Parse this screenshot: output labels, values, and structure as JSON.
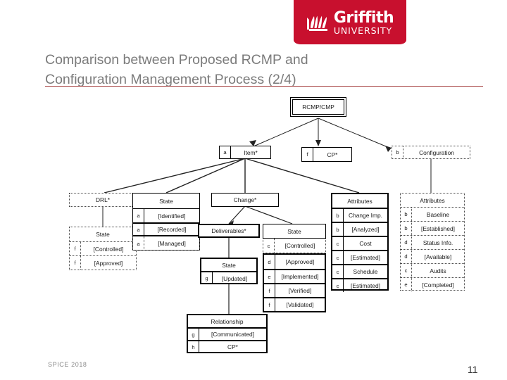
{
  "brand": {
    "name_line1": "Griffith",
    "name_line2": "UNIVERSITY",
    "color": "#c8102e",
    "mark": "griffith-book-emblem"
  },
  "slide": {
    "title": "Comparison between Proposed RCMP  and\nConfiguration Management Process (2/4)",
    "title_color": "#7b7b7b",
    "rule_color": "#a23a3a",
    "footer_left": "SPICE 2018",
    "page_number": "11"
  },
  "diagram": {
    "type": "tree",
    "root": {
      "label": "RCMP/CMP",
      "style": "double-solid"
    },
    "level2": [
      {
        "key": "a",
        "label": "Item*",
        "style": "solid"
      },
      {
        "key": "f",
        "label": "CP*",
        "style": "solid"
      },
      {
        "key": "b",
        "label": "Configuration",
        "style": "dotted"
      }
    ],
    "item_children": [
      {
        "title": "DRL*",
        "style": "dotted",
        "child": {
          "title": "State",
          "style": "dotted",
          "rows": [
            {
              "key": "f",
              "value": "[Controlled]"
            },
            {
              "key": "f",
              "value": "[Approved]"
            }
          ]
        }
      },
      {
        "title": "State",
        "style": "solid",
        "rows": [
          {
            "key": "a",
            "value": "[Identified]",
            "style": "solid"
          },
          {
            "key": "a",
            "value": "[Recorded]",
            "style": "heavy"
          },
          {
            "key": "a",
            "value": "[Managed]",
            "style": "dotted"
          }
        ]
      },
      {
        "title": "Change*",
        "style": "solid",
        "children": [
          {
            "title": "Deliverables*",
            "style": "heavy",
            "child": {
              "title": "State",
              "style": "heavy",
              "rows": [
                {
                  "key": "g",
                  "value": "[Updated]"
                }
              ],
              "child": {
                "title": "Relationship",
                "style": "heavy",
                "rows": [
                  {
                    "key": "g",
                    "value": "[Communicated]"
                  },
                  {
                    "key": "h",
                    "value": "CP*"
                  }
                ]
              }
            }
          },
          {
            "title": "State",
            "style": "solid",
            "rows": [
              {
                "key": "c",
                "value": "[Controlled]",
                "style": "dotted"
              },
              {
                "key": "d",
                "value": "[Approved]",
                "style": "heavy"
              },
              {
                "key": "e",
                "value": "[Implemented]",
                "style": "heavy"
              },
              {
                "key": "f",
                "value": "[Verified]",
                "style": "heavy"
              },
              {
                "key": "f",
                "value": "[Validated]",
                "style": "heavy"
              }
            ]
          }
        ]
      },
      {
        "title": "Attributes",
        "style": "heavy",
        "rows": [
          {
            "key": "b",
            "value": "Change Imp."
          },
          {
            "key": "b",
            "value": "[Analyzed]"
          },
          {
            "key": "c",
            "value": "Cost"
          },
          {
            "key": "c",
            "value": "[Estimated]"
          },
          {
            "key": "c",
            "value": "Schedule"
          },
          {
            "key": "c",
            "value": "[Estimated]"
          }
        ]
      }
    ],
    "configuration_child": {
      "title": "Attributes",
      "style": "dotted",
      "rows": [
        {
          "key": "b",
          "value": "Baseline"
        },
        {
          "key": "b",
          "value": "[Established]"
        },
        {
          "key": "d",
          "value": "Status Info."
        },
        {
          "key": "d",
          "value": "[Available]"
        },
        {
          "key": "c",
          "value": "Audits"
        },
        {
          "key": "e",
          "value": "[Completed]"
        }
      ]
    }
  }
}
